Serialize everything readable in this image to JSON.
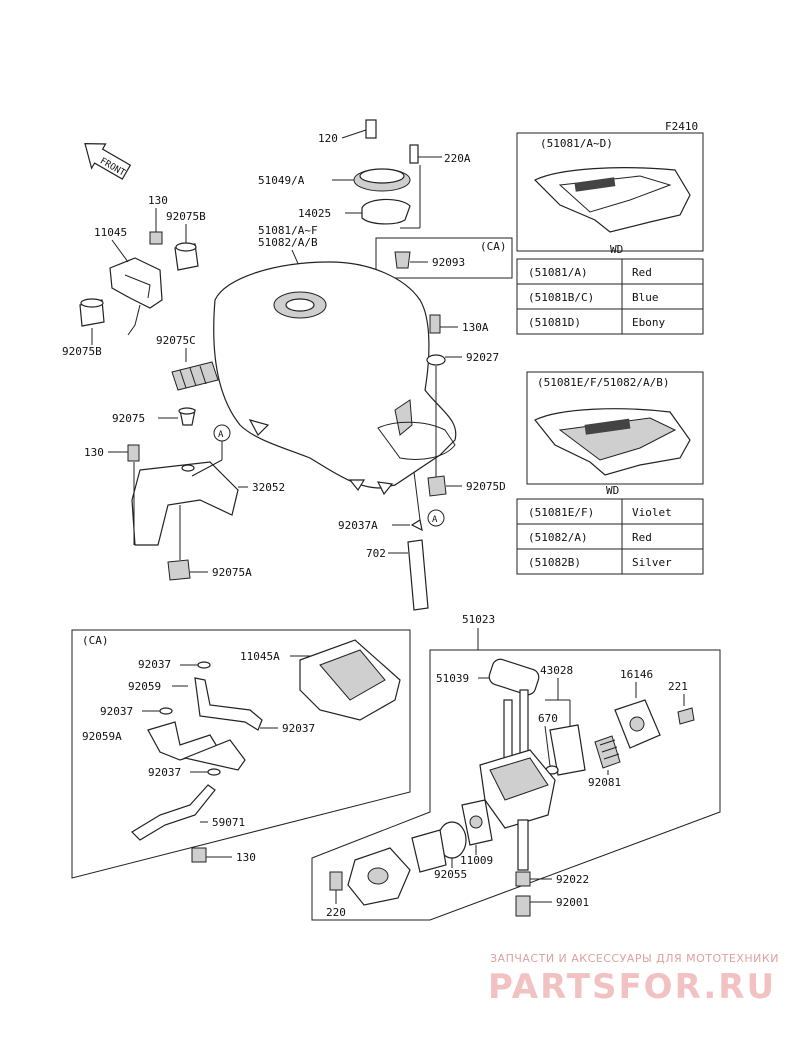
{
  "figure_code": "F2410",
  "front_label": "FRONT",
  "callouts": {
    "c120": "120",
    "c220A": "220A",
    "c51049A": "51049/A",
    "c14025": "14025",
    "c51081": "51081/A~F",
    "c51082": "51082/A/B",
    "cCA1": "(CA)",
    "c92093": "92093",
    "c130a": "130",
    "c11045": "11045",
    "c92075B_top": "92075B",
    "c92075B": "92075B",
    "c92075C": "92075C",
    "c130A": "130A",
    "c92027": "92027",
    "c92075": "92075",
    "c130b": "130",
    "c32052": "32052",
    "c92075D": "92075D",
    "c92037A": "92037A",
    "c702": "702",
    "c92075A": "92075A",
    "cA1": "A",
    "cA2": "A",
    "cCA2": "(CA)",
    "c92037_1": "92037",
    "c11045A": "11045A",
    "c92059": "92059",
    "c92037_2": "92037",
    "c92037_3": "92037",
    "c92059A": "92059A",
    "c92037_4": "92037",
    "c59071": "59071",
    "c130c": "130",
    "c51023": "51023",
    "c51039": "51039",
    "c43028": "43028",
    "c16146": "16146",
    "c221": "221",
    "c670": "670",
    "c92081": "92081",
    "c11009": "11009",
    "c92055": "92055",
    "c92022": "92022",
    "c92001": "92001",
    "c220": "220"
  },
  "color_table_1": {
    "header": "(51081/A~D)",
    "wd": "WD",
    "rows": [
      {
        "code": "(51081/A)",
        "color": "Red"
      },
      {
        "code": "(51081B/C)",
        "color": "Blue"
      },
      {
        "code": "(51081D)",
        "color": "Ebony"
      }
    ]
  },
  "color_table_2": {
    "header": "(51081E/F/51082/A/B)",
    "wd": "WD",
    "rows": [
      {
        "code": "(51081E/F)",
        "color": "Violet"
      },
      {
        "code": "(51082/A)",
        "color": "Red"
      },
      {
        "code": "(51082B)",
        "color": "Silver"
      }
    ]
  },
  "watermark": {
    "line1": "ЗАПЧАСТИ И АКСЕССУАРЫ ДЛЯ МОТОТЕХНИКИ",
    "line2": "PARTSFOR.RU"
  }
}
